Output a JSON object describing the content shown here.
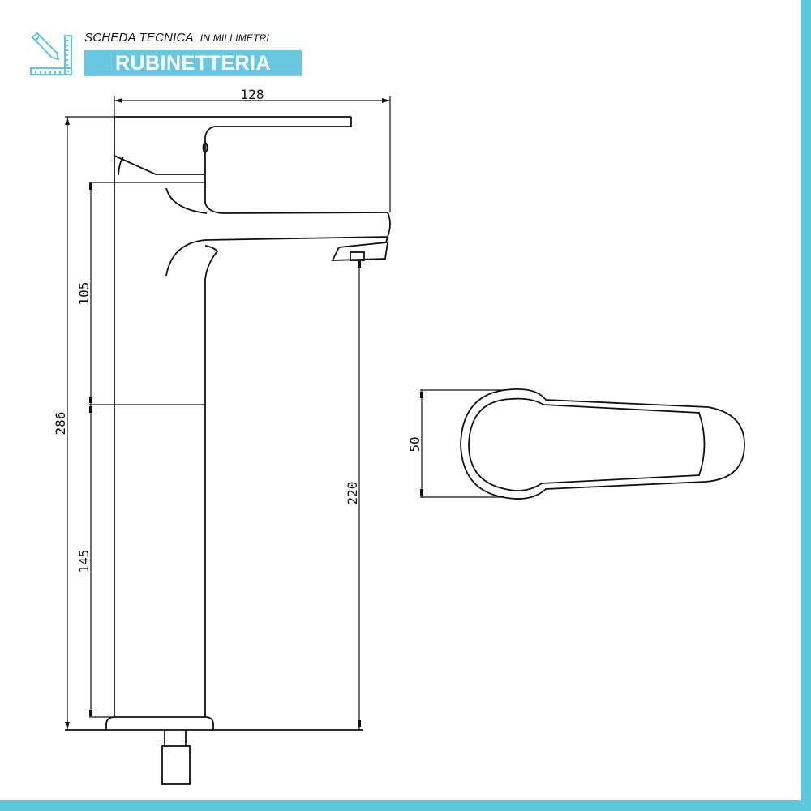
{
  "header": {
    "title": "SCHEDA TECNICA",
    "unit_note": "IN MILLIMETRI",
    "banner": "RUBINETTERIA",
    "icon": "ruler-pencil-icon"
  },
  "colors": {
    "accent": "#5bc8dc",
    "banner_bg": "#6ac7e1",
    "line": "#111111"
  },
  "drawing": {
    "side_view": {
      "dimensions": {
        "width_total": "128",
        "height_total": "286",
        "body_upper": "105",
        "body_lower": "145",
        "spout_height": "220"
      }
    },
    "top_view": {
      "dimensions": {
        "width": "50"
      }
    }
  }
}
